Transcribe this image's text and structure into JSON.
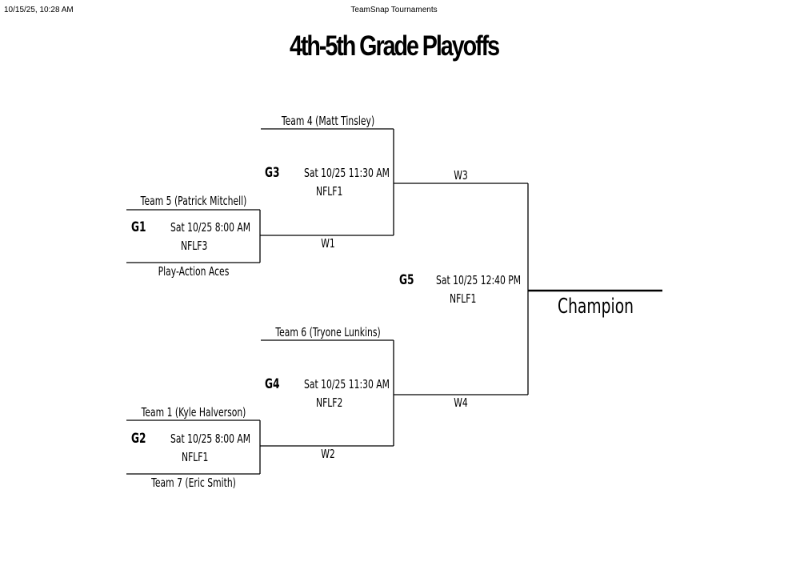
{
  "header": {
    "datetime": "10/15/25, 10:28 AM",
    "site": "TeamSnap Tournaments"
  },
  "title": "4th-5th Grade Playoffs",
  "games": [
    {
      "id": "G1",
      "datetime": "Sat 10/25  8:00 AM",
      "field": "NFLF3",
      "top_team": "Team 5 (Patrick Mitchell)",
      "bottom_team": "Play-Action Aces",
      "winner_label": "W1"
    },
    {
      "id": "G2",
      "datetime": "Sat 10/25  8:00 AM",
      "field": "NFLF1",
      "top_team": "Team 1 (Kyle Halverson)",
      "bottom_team": "Team 7 (Eric Smith)",
      "winner_label": "W2"
    },
    {
      "id": "G3",
      "datetime": "Sat 10/25  11:30 AM",
      "field": "NFLF1",
      "top_team": "Team 4 (Matt Tinsley)",
      "bottom_team": "W1",
      "winner_label": "W3"
    },
    {
      "id": "G4",
      "datetime": "Sat 10/25  11:30 AM",
      "field": "NFLF2",
      "top_team": "Team 6 (Tryone Lunkins)",
      "bottom_team": "W2",
      "winner_label": "W4"
    },
    {
      "id": "G5",
      "datetime": "Sat 10/25  12:40 PM",
      "field": "NFLF1",
      "top_team": "W3",
      "bottom_team": "W4",
      "winner_label": "Champion"
    }
  ],
  "colors": {
    "line": "#000000",
    "background": "#ffffff"
  }
}
